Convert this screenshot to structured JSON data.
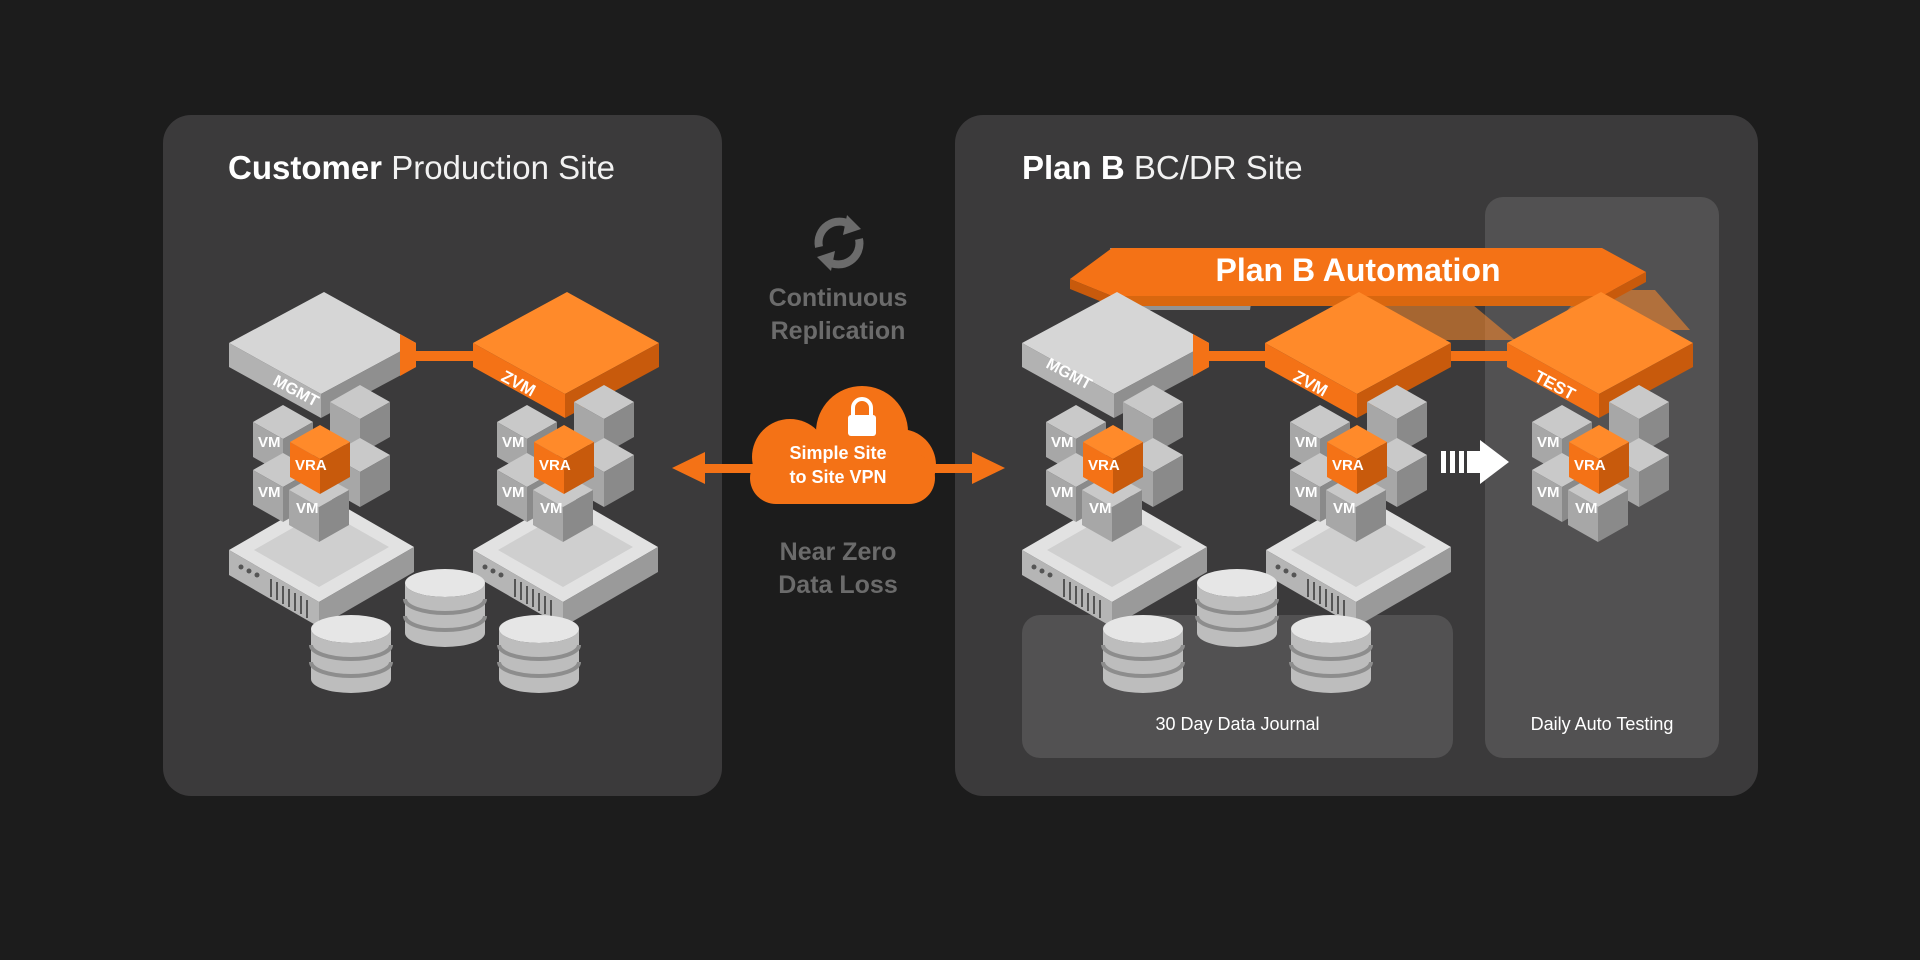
{
  "left_site": {
    "title_bold": "Customer",
    "title_light": "Production Site",
    "mgmt_label": "MGMT",
    "zvm_label": "ZVM"
  },
  "right_site": {
    "title_bold": "Plan B",
    "title_light": "BC/DR Site",
    "automation_label": "Plan B Automation",
    "mgmt_label": "MGMT",
    "zvm_label": "ZVM",
    "test_label": "TEST",
    "journal_caption": "30 Day Data Journal",
    "testing_caption": "Daily Auto Testing"
  },
  "middle": {
    "replication_line1": "Continuous",
    "replication_line2": "Replication",
    "vpn_line1": "Simple Site",
    "vpn_line2": "to Site VPN",
    "dataloss_line1": "Near Zero",
    "dataloss_line2": "Data Loss",
    "sync_icon": "sync-icon",
    "lock_icon": "lock-icon"
  },
  "cube_labels": {
    "vm": "VM",
    "vra": "VRA"
  },
  "colors": {
    "background": "#1c1c1c",
    "panel": "#3b3a3b",
    "subpanel": "#525152",
    "accent_orange": "#f47216",
    "muted_text": "#6b6b6b"
  }
}
